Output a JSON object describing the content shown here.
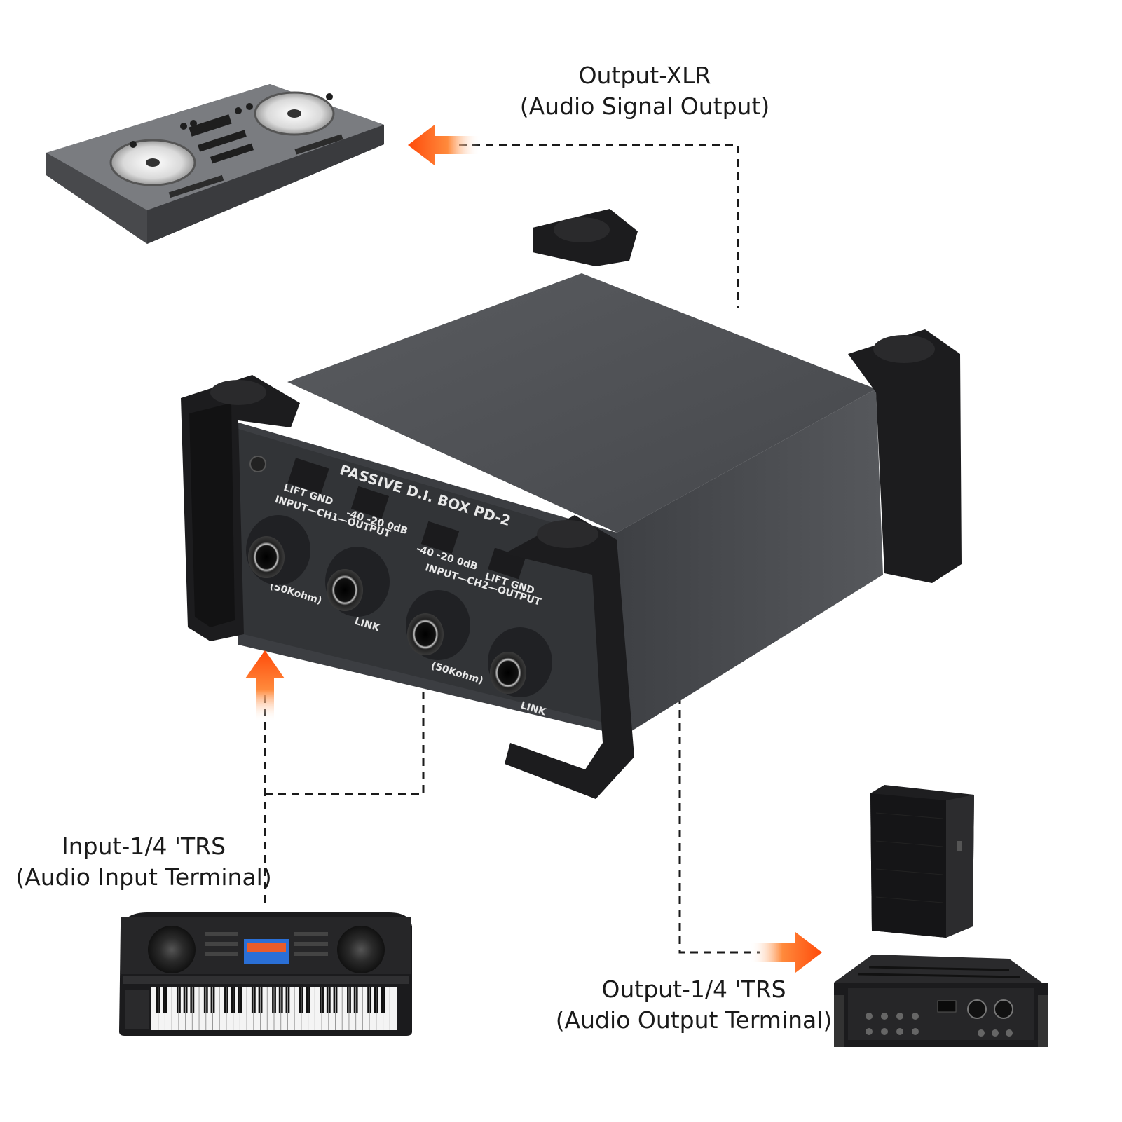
{
  "labels": {
    "output_xlr": {
      "line1": "Output-XLR",
      "line2": "(Audio Signal Output)"
    },
    "input_trs": {
      "line1": "Input-1/4 'TRS",
      "line2": "(Audio Input Terminal)"
    },
    "output_trs": {
      "line1": "Output-1/4 'TRS",
      "line2": "(Audio Output Terminal)"
    }
  },
  "device": {
    "title": "PASSIVE D.I. BOX PD-2",
    "lift_gnd": "LIFT GND",
    "pad_values": "-40 -20 0dB",
    "ch1_label": "INPUT—CH1—OUTPUT",
    "ch2_label": "INPUT—CH2—OUTPUT",
    "impedance": "(50Kohm)",
    "link": "LINK"
  },
  "colors": {
    "arrow": "#ff5a14",
    "enclosure": "#4a4c50",
    "enclosure_dark": "#2e3033",
    "bumper": "#1c1c1e",
    "dash": "#1a1a1a"
  },
  "icons": [
    "dj-controller-icon",
    "di-box-icon",
    "keyboard-icon",
    "speaker-icon",
    "amplifier-icon",
    "arrow-left-icon",
    "arrow-up-icon",
    "arrow-right-icon"
  ]
}
